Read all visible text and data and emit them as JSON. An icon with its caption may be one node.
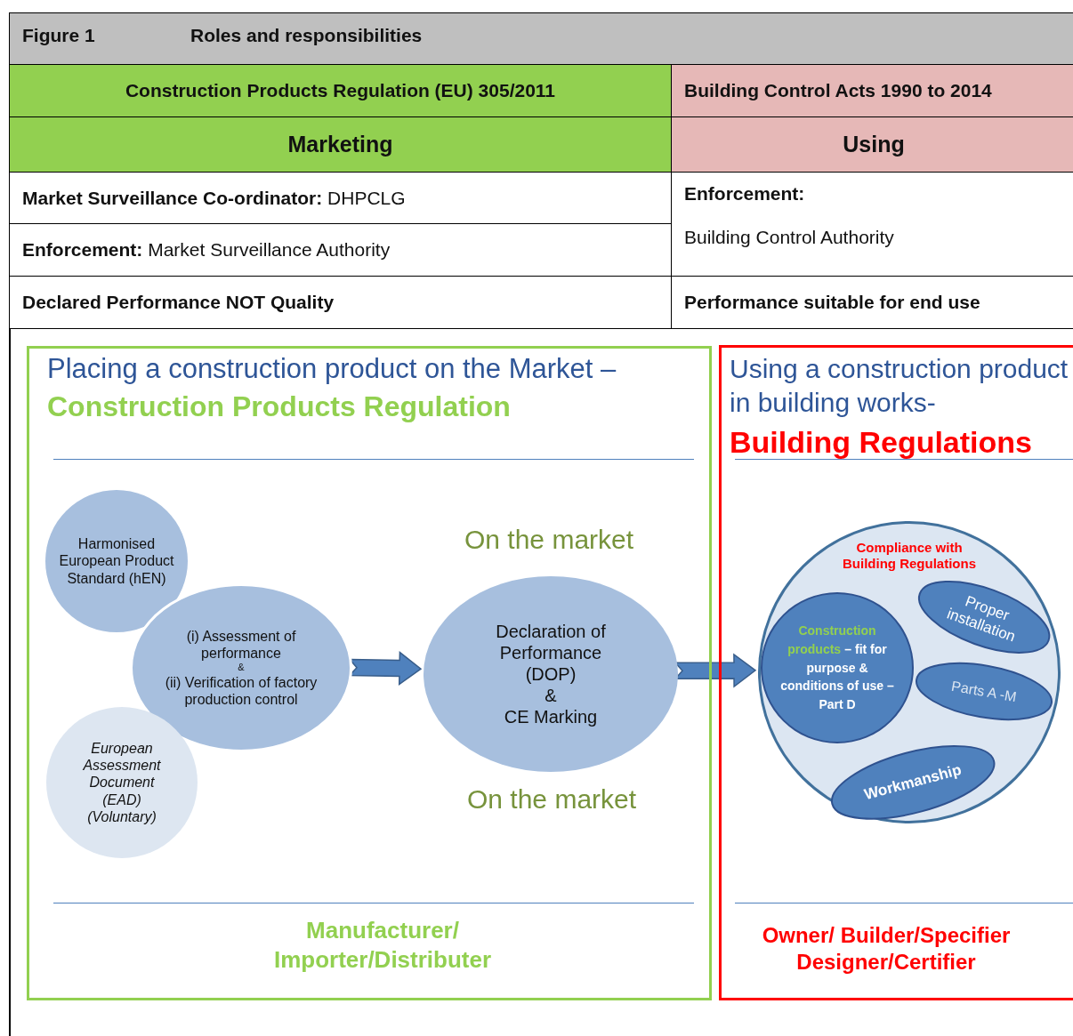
{
  "diagram": {
    "title": "Roles and responsibilities",
    "nodes": [
      {
        "text": [
          "Placing a construction product on the Market –",
          "Construction Products Regulation",
          "Manufacturer/ Importer/Distributer"
        ]
      },
      {
        "text": [
          "Harmonised European Product Standard (hEN)"
        ],
        "in": 0
      },
      {
        "text": [
          "(i) Assessment of performance",
          "&",
          "(ii) Verification of factory production control"
        ],
        "in": 0
      },
      {
        "text": [
          "European Assessment Document (EAD)",
          "(Voluntary)"
        ],
        "in": 0
      },
      {
        "text": [
          "Declaration of Performance (DOP)",
          "&",
          "CE Marking"
        ],
        "in": 0,
        "beside": [
          "On the market",
          "On the market"
        ]
      },
      {
        "text": [
          "Using a construction product in building works-",
          "Building Regulations",
          "Owner/ Builder/Specifier Designer/Certifier"
        ]
      },
      {
        "text": [
          "Compliance with Building Regulations"
        ],
        "in": 5
      },
      {
        "text": [
          "Construction products",
          "– fit for purpose & conditions of use – Part D"
        ],
        "in": 6
      },
      {
        "text": [
          "Proper installation"
        ],
        "in": 6
      },
      {
        "text": [
          "Parts A -M"
        ],
        "in": 6
      },
      {
        "text": [
          "Workmanship"
        ],
        "in": 6
      }
    ],
    "edges": [
      {
        "from": 2,
        "to": 4,
        "arrow": "to"
      },
      {
        "from": 4,
        "to": 6,
        "arrow": "to"
      }
    ],
    "labels": [
      "Figure 1",
      "Construction Products Regulation (EU) 305/2011",
      "Building Control Acts 1990 to 2014",
      "Marketing",
      "Using",
      "**Market Surveillance Co-ordinator:** DHPCLG",
      "Enforcement:",
      "Building Control Authority",
      "**Enforcement:** Market Surveillance Authority",
      "Declared Performance NOT Quality",
      "Performance suitable for end use"
    ]
  }
}
